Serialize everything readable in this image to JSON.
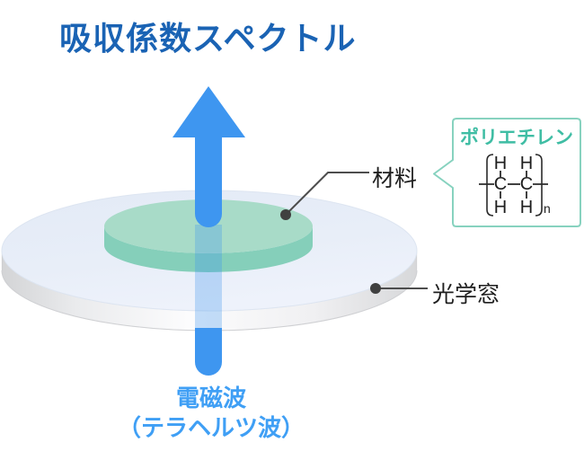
{
  "title": "吸収係数スペクトル",
  "labels": {
    "material": "材料",
    "optical_window": "光学窓",
    "beam_line1": "電磁波",
    "beam_line2": "（テラヘルツ波）"
  },
  "callout": {
    "title": "ポリエチレン",
    "formula": {
      "atoms": [
        "H",
        "H",
        "C",
        "C",
        "H",
        "H"
      ],
      "subscript": "n"
    }
  },
  "colors": {
    "title_blue": "#1a63b4",
    "beam_blue": "#3e96f0",
    "beam_text_blue": "#3f9ff5",
    "teal_accent": "#3fbda4",
    "callout_border": "#87d2bf",
    "material_top": "#a8dbc8",
    "material_side": "#85cfba",
    "window_top": "#e7edf7",
    "label_dark": "#1f1f1f"
  }
}
